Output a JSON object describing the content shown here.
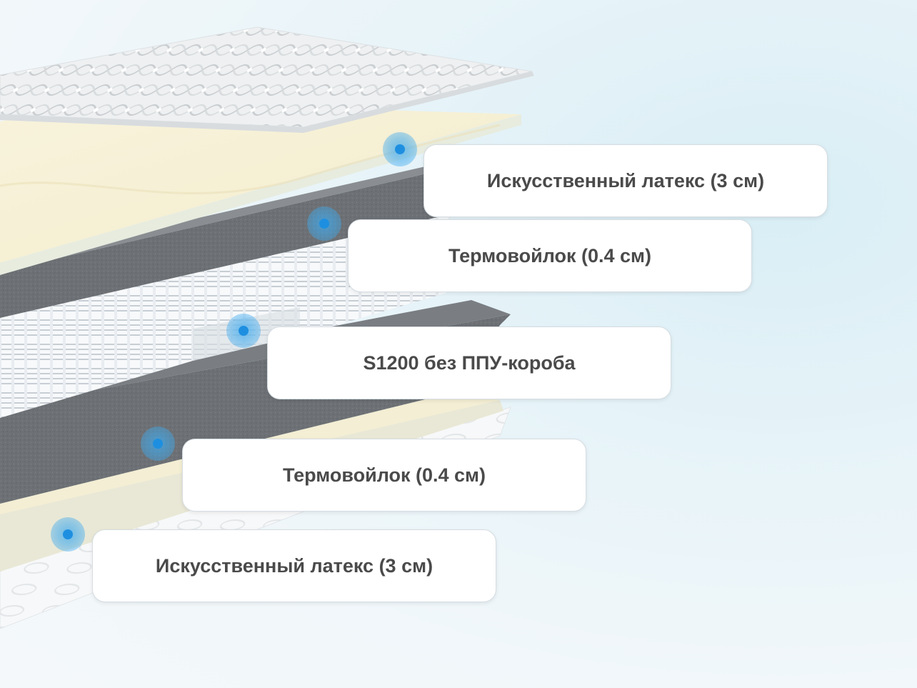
{
  "layers": [
    {
      "label": "Искусственный латекс (3 см)"
    },
    {
      "label": "Термовойлок (0.4 см)"
    },
    {
      "label": "S1200 без ППУ-короба"
    },
    {
      "label": "Термовойлок (0.4 см)"
    },
    {
      "label": "Искусственный латекс (3 см)"
    }
  ],
  "colors": {
    "marker": "#40aaee",
    "marker_dot": "#1e8fe0",
    "latex": "#f7f1d8",
    "felt": "#6f7377",
    "quilt": "#f2f4f5",
    "springs": "#eef1f4",
    "label_text": "#4a4a4a"
  },
  "icons": [
    "layer-marker-icon"
  ]
}
